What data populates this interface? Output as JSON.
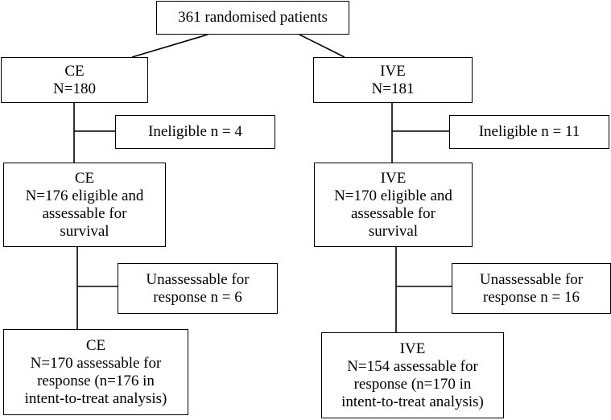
{
  "root": {
    "text": "361 randomised patients"
  },
  "left": {
    "arm": {
      "text": "CE\nN=180"
    },
    "ineligible": {
      "text": "Ineligible n = 4"
    },
    "eligible": {
      "text": "CE\nN=176 eligible and\nassessable for\nsurvival"
    },
    "unassessable": {
      "text": "Unassessable for\nresponse n = 6"
    },
    "final": {
      "text": "CE\nN=170 assessable for\nresponse (n=176 in\nintent-to-treat analysis)"
    }
  },
  "right": {
    "arm": {
      "text": "IVE\nN=181"
    },
    "ineligible": {
      "text": "Ineligible n = 11"
    },
    "eligible": {
      "text": "IVE\nN=170 eligible and\nassessable for\nsurvival"
    },
    "unassessable": {
      "text": "Unassessable for\nresponse n = 16"
    },
    "final": {
      "text": "IVE\nN=154 assessable for\nresponse (n=170 in\nintent-to-treat analysis)"
    }
  }
}
